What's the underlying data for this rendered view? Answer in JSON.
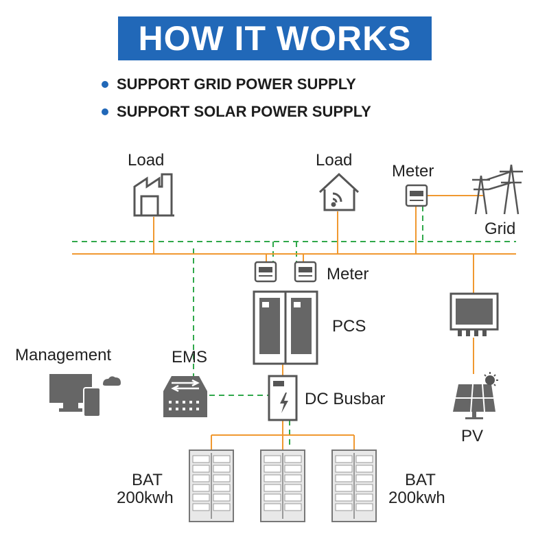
{
  "header": {
    "title": "HOW IT WORKS",
    "bullets": [
      "SUPPORT GRID POWER SUPPLY",
      "SUPPORT SOLAR POWER SUPPLY"
    ]
  },
  "diagram": {
    "load_factory": "Load",
    "load_home": "Load",
    "meter_top": "Meter",
    "grid": "Grid",
    "meter_mid": "Meter",
    "pcs": "PCS",
    "management": "Management",
    "ems": "EMS",
    "dc_busbar": "DC Busbar",
    "pv": "PV",
    "bat_left": [
      "BAT",
      "200kwh"
    ],
    "bat_right": [
      "BAT",
      "200kwh"
    ]
  },
  "colors": {
    "accent": "#2168b8",
    "power_line": "#f0982f",
    "data_line": "#2fa84a",
    "icon": "#555555"
  }
}
